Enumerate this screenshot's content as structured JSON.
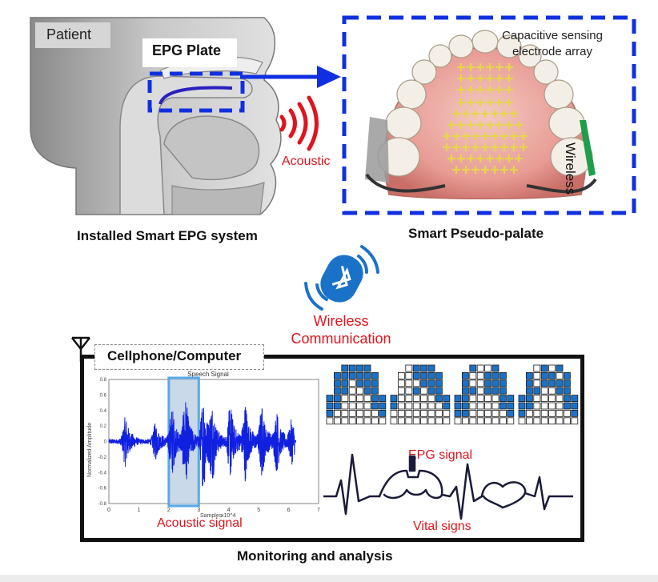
{
  "head": {
    "patient_label": "Patient",
    "plate_label": "EPG Plate",
    "acoustic_label": "Acoustic",
    "caption": "Installed Smart EPG system"
  },
  "palate": {
    "sensing_label_line1": "Capacitive sensing",
    "sensing_label_line2": "electrode array",
    "wireless_label": "Wireless",
    "caption": "Smart Pseudo-palate"
  },
  "wireless": {
    "line1": "Wireless",
    "line2": "Communication",
    "icon": "bluetooth-icon"
  },
  "monitor": {
    "device_label": "Cellphone/Computer",
    "acoustic_caption": "Acoustic signal",
    "epg_caption": "EPG signal",
    "vital_caption": "Vital signs",
    "caption": "Monitoring and analysis",
    "antenna_icon": "antenna-icon"
  },
  "speech_plot": {
    "title": "Speech Signal",
    "ylabel": "Normalized Amplitude",
    "xlabel": "Samples",
    "xexp": "x10^4",
    "xticks": [
      "0",
      "1",
      "2",
      "3",
      "4",
      "5",
      "6",
      "7"
    ],
    "yticks": [
      "0.8",
      "0.6",
      "0.4",
      "0.2",
      "0",
      "-0.2",
      "-0.4",
      "-0.6",
      "-0.8"
    ],
    "highlight_range": [
      2,
      3
    ]
  },
  "colors": {
    "accent_blue": "#1030e0",
    "signal_blue": "#1020e0",
    "label_red": "#e0141e",
    "epg_blue": "#1a72c8",
    "electrode_yellow": "#e6d64a"
  }
}
